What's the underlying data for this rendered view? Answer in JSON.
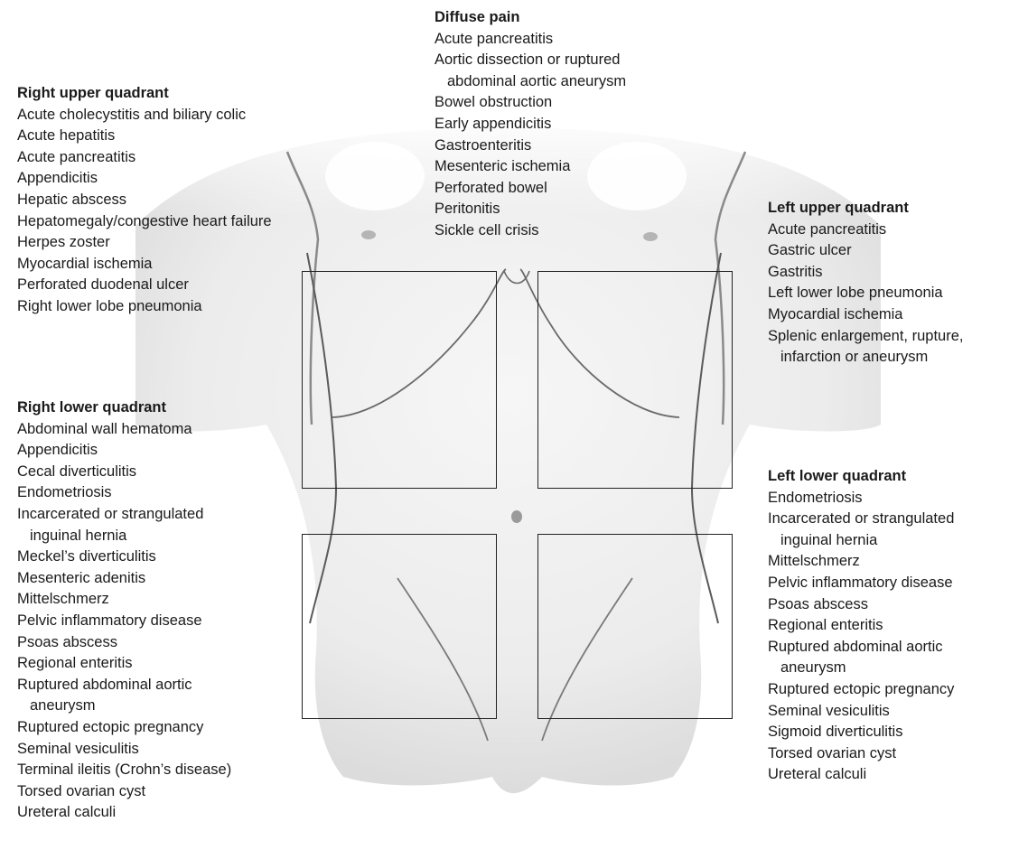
{
  "colors": {
    "skin": "#eeeeee",
    "outline": "#3a3a3a",
    "box": "#222222"
  },
  "diffuse": {
    "heading": "Diffuse pain",
    "items": [
      "Acute pancreatitis",
      "Aortic dissection or ruptured",
      "abdominal aortic aneurysm",
      "Bowel obstruction",
      "Early appendicitis",
      "Gastroenteritis",
      "Mesenteric ischemia",
      "Perforated bowel",
      "Peritonitis",
      "Sickle cell crisis"
    ]
  },
  "ruq": {
    "heading": "Right upper quadrant",
    "items": [
      "Acute cholecystitis and biliary colic",
      "Acute hepatitis",
      "Acute pancreatitis",
      "Appendicitis",
      "Hepatic abscess",
      "Hepatomegaly/congestive heart failure",
      "Herpes zoster",
      "Myocardial ischemia",
      "Perforated duodenal ulcer",
      "Right lower lobe pneumonia"
    ]
  },
  "luq": {
    "heading": "Left upper quadrant",
    "items": [
      "Acute pancreatitis",
      "Gastric ulcer",
      "Gastritis",
      "Left lower lobe pneumonia",
      "Myocardial ischemia",
      "Splenic enlargement, rupture,",
      "infarction or aneurysm"
    ]
  },
  "rlq": {
    "heading": "Right lower quadrant",
    "items": [
      "Abdominal wall hematoma",
      "Appendicitis",
      "Cecal diverticulitis",
      "Endometriosis",
      "Incarcerated or strangulated",
      "inguinal hernia",
      "Meckel’s diverticulitis",
      "Mesenteric adenitis",
      "Mittelschmerz",
      "Pelvic inflammatory disease",
      "Psoas abscess",
      "Regional enteritis",
      "Ruptured abdominal aortic",
      "aneurysm",
      "Ruptured ectopic pregnancy",
      "Seminal vesiculitis",
      "Terminal ileitis (Crohn’s disease)",
      "Torsed ovarian cyst",
      "Ureteral calculi"
    ]
  },
  "llq": {
    "heading": "Left lower quadrant",
    "items": [
      "Endometriosis",
      "Incarcerated or strangulated",
      "inguinal hernia",
      "Mittelschmerz",
      "Pelvic inflammatory disease",
      "Psoas abscess",
      "Regional enteritis",
      "Ruptured abdominal aortic",
      "aneurysm",
      "Ruptured ectopic pregnancy",
      "Seminal vesiculitis",
      "Sigmoid diverticulitis",
      "Torsed ovarian cyst",
      "Ureteral calculi"
    ]
  }
}
